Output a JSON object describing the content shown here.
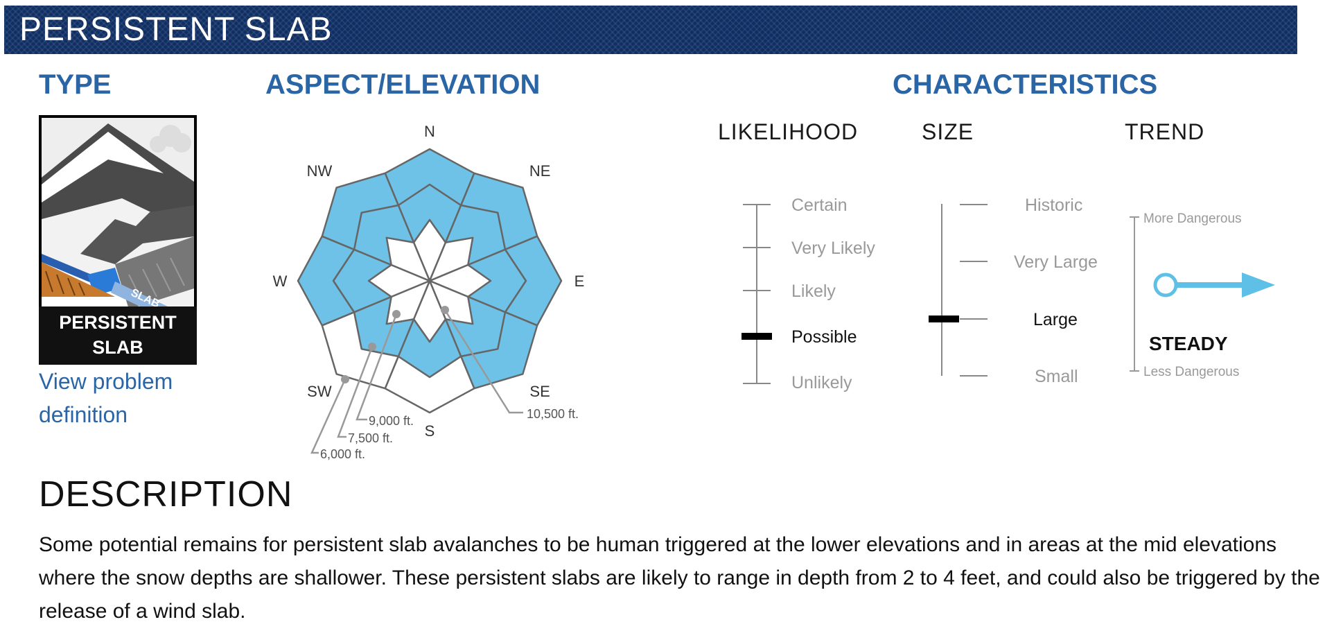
{
  "problem": {
    "title": "PERSISTENT SLAB",
    "headings": {
      "type": "TYPE",
      "aspect_elevation": "ASPECT/ELEVATION",
      "characteristics": "CHARACTERISTICS",
      "description": "DESCRIPTION"
    },
    "type_icon": {
      "line1": "PERSISTENT",
      "line2": "SLAB",
      "arrow_text": "SLAB",
      "icon_name": "persistent-slab-icon"
    },
    "view_definition_link": "View problem definition",
    "rose": {
      "aspects": [
        "N",
        "NE",
        "E",
        "SE",
        "S",
        "SW",
        "W",
        "NW"
      ],
      "elevation_labels": [
        "10,500 ft.",
        "9,000 ft.",
        "7,500 ft.",
        "6,000 ft."
      ],
      "colors": {
        "active": "#6ec2e8",
        "inactive": "#ffffff",
        "outline": "#666666"
      },
      "active_zones": {
        "upper": [],
        "mid": [
          "N",
          "NE",
          "E",
          "SE",
          "S",
          "SW",
          "W",
          "NW"
        ],
        "lower": [
          "N",
          "NE",
          "E",
          "SE",
          "W",
          "NW"
        ]
      }
    },
    "characteristics": {
      "likelihood": {
        "label": "LIKELIHOOD",
        "levels": [
          "Certain",
          "Very Likely",
          "Likely",
          "Possible",
          "Unlikely"
        ],
        "selected": "Possible"
      },
      "size": {
        "label": "SIZE",
        "levels": [
          "Historic",
          "Very Large",
          "Large",
          "Small"
        ],
        "selected": "Large"
      },
      "trend": {
        "label": "TREND",
        "top": "More Dangerous",
        "bottom": "Less Dangerous",
        "value": "STEADY",
        "arrow_icon": "steady-arrow-icon"
      }
    },
    "description": "Some potential remains for persistent slab avalanches to be human triggered at the lower elevations and in areas at the mid elevations where the snow depths are shallower. These persistent slabs are likely to range in depth from 2 to 4 feet, and could also be triggered by the release of a wind slab."
  }
}
